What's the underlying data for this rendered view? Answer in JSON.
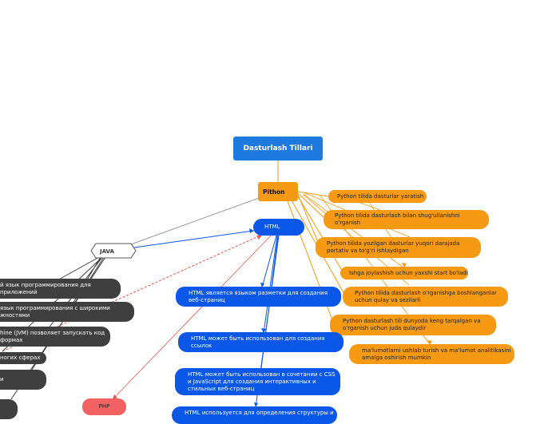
{
  "root": {
    "label": "Dasturlash Tillari"
  },
  "pithon": {
    "label": "Pithon",
    "children": [
      "Python tilida dasturlar yaratish",
      "Python tilida dasturlash bilan shug'ullanishni\no'rganish",
      "Python tilida yozilgan dasturlar yuqori darajada\nportativ va to'g'ri ishlaydigan",
      "Ishga joylashish uchun yaxshi start bo'ladi",
      "Python tilida dasturlash o'rganishga boshlanganlar\nuchun qulay va sezilarli",
      "Python dasturlash tili dunyoda keng tarqalgan va\no'rganish uchun juda qulaydir",
      "ma'lumotlarni ushlab turish va ma'lumot analitikasini\namalga oshirish mumkin"
    ]
  },
  "html": {
    "label": "HTML",
    "children": [
      "HTML является языком разметки для создания\nвеб-страниц",
      "HTML может быть использован для создания\nссылок",
      "HTML может быть использован в сочетании с CSS\nи JavaScript для создания интерактивных и\nстильных веб-страниц",
      "HTML используется для определения структуры и"
    ]
  },
  "java": {
    "label": "JAVA",
    "children": [
      "й язык программирования для\nприложений",
      "язык программирования с широкими\nжностями",
      "hine (JVM) позволяет запускать код\nформах",
      "ногих сферах",
      "и",
      ""
    ]
  },
  "php": {
    "label": "PHP"
  },
  "colors": {
    "root": "#1f7ae0",
    "pithon": "#f59a12",
    "html": "#0b57e8",
    "java_children": "#3f3f3f",
    "php": "#f26262",
    "link_orange": "#f59a12",
    "link_blue": "#0b57e8",
    "link_gray": "#999999",
    "link_red": "#e8574a"
  }
}
